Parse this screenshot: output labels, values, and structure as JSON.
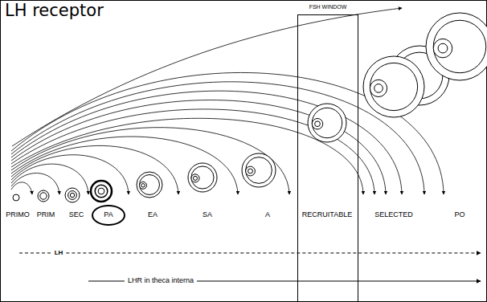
{
  "diagram": {
    "title": "LH receptor",
    "nodes": [
      {
        "text": [
          "FSH WINDOW"
        ]
      },
      {
        "text": [
          "PA"
        ]
      }
    ],
    "labels": [
      "PRIMO",
      "PRIM",
      "SEC",
      "EA",
      "SA",
      "A",
      "RECRUITABLE",
      "SELECTED",
      "PO",
      "LH",
      "LHR in theca interna"
    ]
  }
}
